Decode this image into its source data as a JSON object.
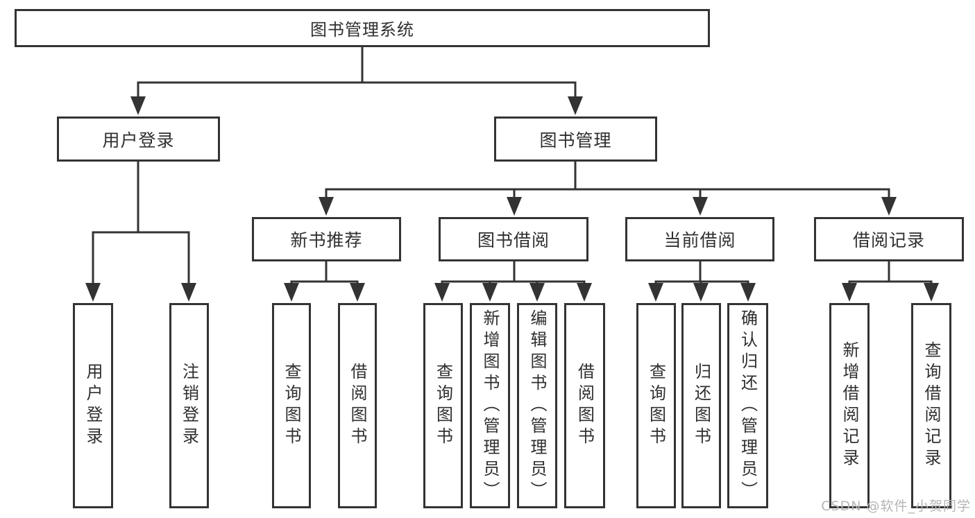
{
  "diagram": {
    "root": {
      "label": "图书管理系统",
      "children": [
        {
          "label": "用户登录",
          "children": [
            {
              "label": "用户登录"
            },
            {
              "label": "注销登录"
            }
          ]
        },
        {
          "label": "图书管理",
          "children": [
            {
              "label": "新书推荐",
              "children": [
                {
                  "label": "查询图书"
                },
                {
                  "label": "借阅图书"
                }
              ]
            },
            {
              "label": "图书借阅",
              "children": [
                {
                  "label": "查询图书"
                },
                {
                  "label": "新增图书（管理员）"
                },
                {
                  "label": "编辑图书（管理员）"
                },
                {
                  "label": "借阅图书"
                }
              ]
            },
            {
              "label": "当前借阅",
              "children": [
                {
                  "label": "查询图书"
                },
                {
                  "label": "归还图书"
                },
                {
                  "label": "确认归还（管理员）"
                }
              ]
            },
            {
              "label": "借阅记录",
              "children": [
                {
                  "label": "新增借阅记录"
                },
                {
                  "label": "查询借阅记录"
                }
              ]
            }
          ]
        }
      ]
    }
  },
  "watermark": {
    "text": "CSDN @软件_小贺同学"
  },
  "colors": {
    "line": "#333333",
    "text": "#2f2f2f",
    "background": "#ffffff",
    "watermark": "#b5b5b5"
  }
}
